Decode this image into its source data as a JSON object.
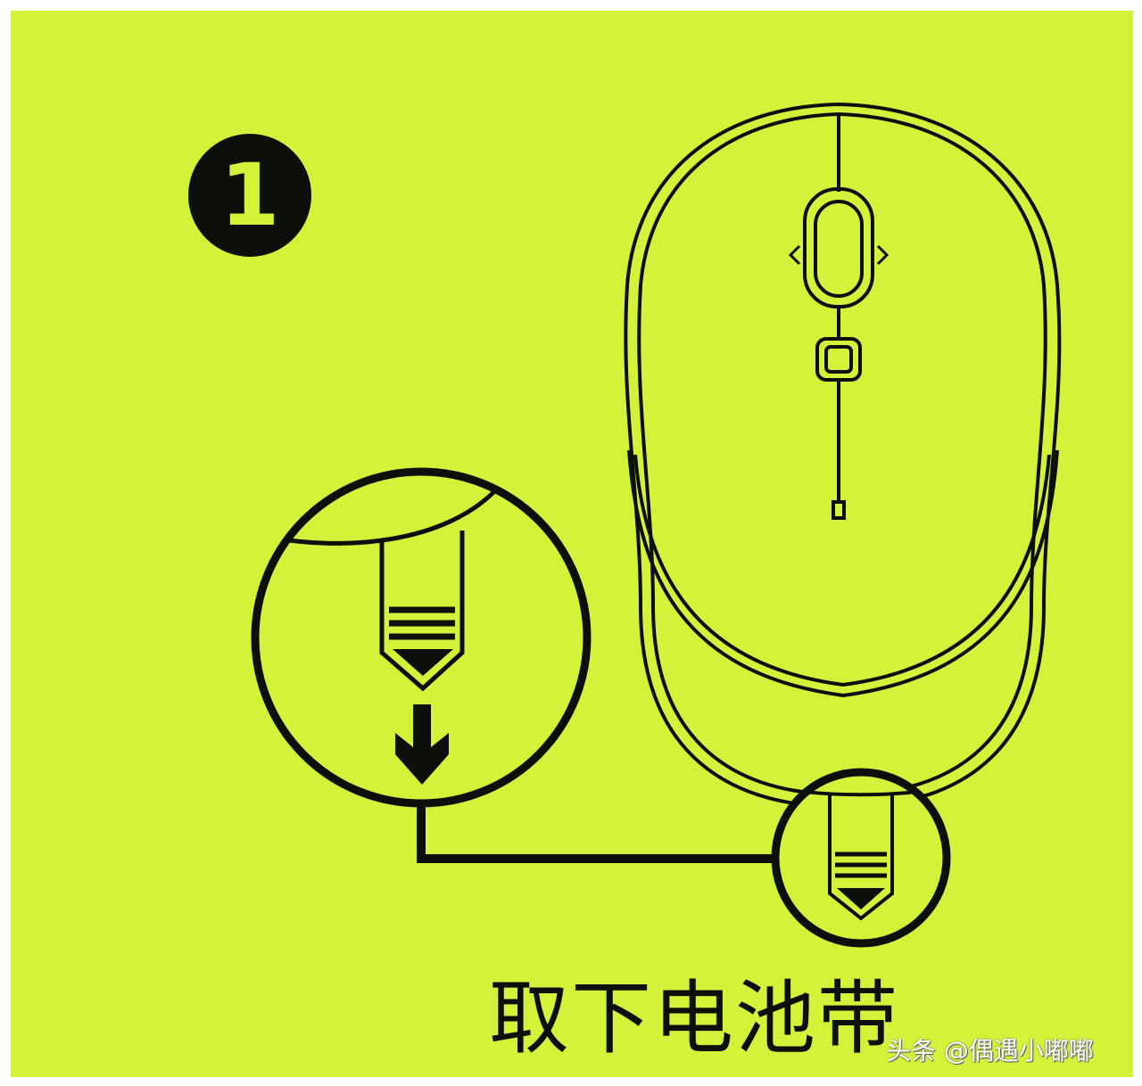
{
  "colors": {
    "background": "#d5f23b",
    "ink": "#0d0f0b",
    "frame": "#ffffff"
  },
  "step": {
    "number": "1"
  },
  "caption": {
    "text": "取下电池带"
  },
  "watermark": {
    "text": "头条 @偶遇小嘟嘟"
  },
  "icons": [
    "step-number-badge",
    "mouse-outline",
    "battery-tab-icon",
    "down-arrow-icon",
    "magnifier-circle"
  ]
}
